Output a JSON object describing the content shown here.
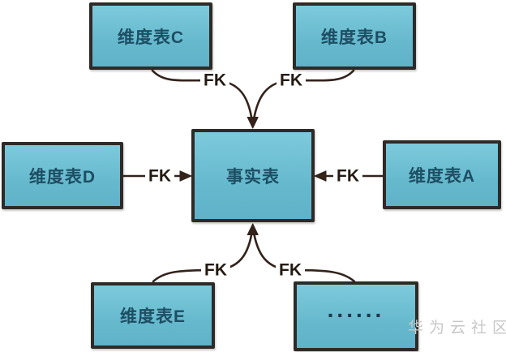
{
  "diagram": {
    "type": "star-schema",
    "fact_table": {
      "label": "事实表"
    },
    "dimension_tables": [
      {
        "id": "C",
        "label": "维度表C"
      },
      {
        "id": "B",
        "label": "维度表B"
      },
      {
        "id": "D",
        "label": "维度表D"
      },
      {
        "id": "A",
        "label": "维度表A"
      },
      {
        "id": "E",
        "label": "维度表E"
      },
      {
        "id": "ellipsis",
        "label": "......"
      }
    ],
    "edges": [
      {
        "from": "维度表C",
        "to": "事实表",
        "label": "FK"
      },
      {
        "from": "维度表B",
        "to": "事实表",
        "label": "FK"
      },
      {
        "from": "维度表D",
        "to": "事实表",
        "label": "FK"
      },
      {
        "from": "维度表A",
        "to": "事实表",
        "label": "FK"
      },
      {
        "from": "维度表E",
        "to": "事实表",
        "label": "FK"
      },
      {
        "from": "......",
        "to": "事实表",
        "label": "FK"
      }
    ],
    "watermark": "华为云社区",
    "colors": {
      "box_fill_top": "#7dcadc",
      "box_fill_bottom": "#5fb2c8",
      "box_border": "#2e2a27",
      "box_text": "#1d4e63",
      "connector": "#33231b",
      "fk_text": "#241a12",
      "watermark_text": "#c7c7c7",
      "background": "#ffffff"
    }
  }
}
